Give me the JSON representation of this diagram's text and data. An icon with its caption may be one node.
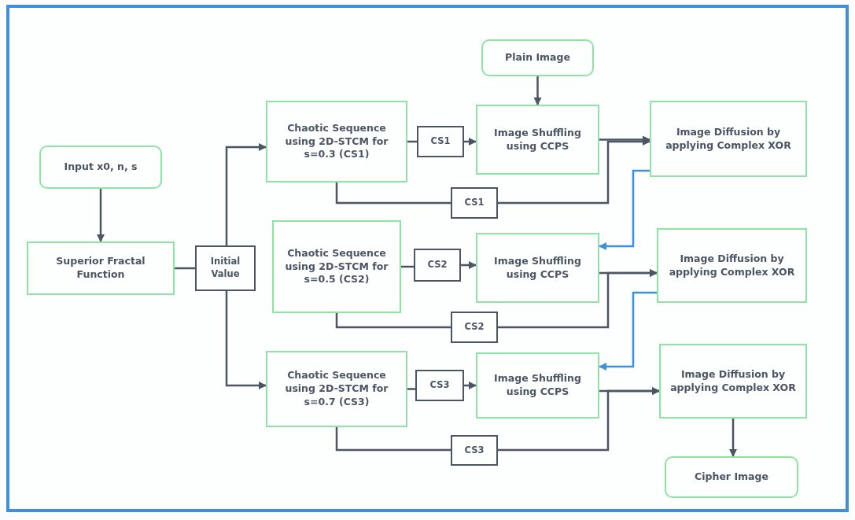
{
  "diagram": {
    "nodes": [
      {
        "text": [
          "Input x0, n, s"
        ]
      },
      {
        "text": [
          "Superior Fractal Function"
        ]
      },
      {
        "text": [
          "Initial Value"
        ]
      },
      {
        "text": [
          "Chaotic Sequence using 2D-STCM for s=0.3 (CS1)"
        ]
      },
      {
        "text": [
          "CS1"
        ]
      },
      {
        "text": [
          "Plain Image"
        ]
      },
      {
        "text": [
          "Image Shuffling using CCPS"
        ]
      },
      {
        "text": [
          "Image Diffusion by applying Complex XOR"
        ]
      },
      {
        "text": [
          "CS1"
        ]
      },
      {
        "text": [
          "Chaotic Sequence using 2D-STCM for s=0.5 (CS2)"
        ]
      },
      {
        "text": [
          "CS2"
        ]
      },
      {
        "text": [
          "Image Shuffling using CCPS"
        ]
      },
      {
        "text": [
          "Image Diffusion by applying Complex XOR"
        ]
      },
      {
        "text": [
          "CS2"
        ]
      },
      {
        "text": [
          "Chaotic Sequence using 2D-STCM for s=0.7 (CS3)"
        ]
      },
      {
        "text": [
          "CS3"
        ]
      },
      {
        "text": [
          "Image Shuffling using CCPS"
        ]
      },
      {
        "text": [
          "Image Diffusion by applying Complex XOR"
        ]
      },
      {
        "text": [
          "CS3"
        ]
      },
      {
        "text": [
          "Cipher Image"
        ]
      }
    ],
    "edges": [
      {
        "from": 0,
        "to": 1,
        "arrow": "to"
      },
      {
        "from": 1,
        "to": 2,
        "arrow": "none"
      },
      {
        "from": 2,
        "to": 3,
        "arrow": "to"
      },
      {
        "from": 2,
        "to": 14,
        "arrow": "to"
      },
      {
        "from": 3,
        "to": 4,
        "arrow": "none"
      },
      {
        "from": 4,
        "to": 6,
        "arrow": "to"
      },
      {
        "from": 5,
        "to": 6,
        "arrow": "to"
      },
      {
        "from": 6,
        "to": 7,
        "arrow": "to"
      },
      {
        "from": 3,
        "to": 8,
        "arrow": "none"
      },
      {
        "from": 8,
        "to": 7,
        "arrow": "to"
      },
      {
        "from": 7,
        "to": 11,
        "arrow": "to",
        "color": "#3f8fdc"
      },
      {
        "from": 9,
        "to": 10,
        "arrow": "none"
      },
      {
        "from": 10,
        "to": 11,
        "arrow": "to"
      },
      {
        "from": 11,
        "to": 12,
        "arrow": "to"
      },
      {
        "from": 9,
        "to": 13,
        "arrow": "none"
      },
      {
        "from": 13,
        "to": 12,
        "arrow": "to"
      },
      {
        "from": 12,
        "to": 16,
        "arrow": "to",
        "color": "#3f8fdc"
      },
      {
        "from": 14,
        "to": 15,
        "arrow": "none"
      },
      {
        "from": 15,
        "to": 16,
        "arrow": "to"
      },
      {
        "from": 16,
        "to": 17,
        "arrow": "to"
      },
      {
        "from": 14,
        "to": 18,
        "arrow": "none"
      },
      {
        "from": 18,
        "to": 17,
        "arrow": "to"
      },
      {
        "from": 17,
        "to": 19,
        "arrow": "to"
      }
    ]
  }
}
